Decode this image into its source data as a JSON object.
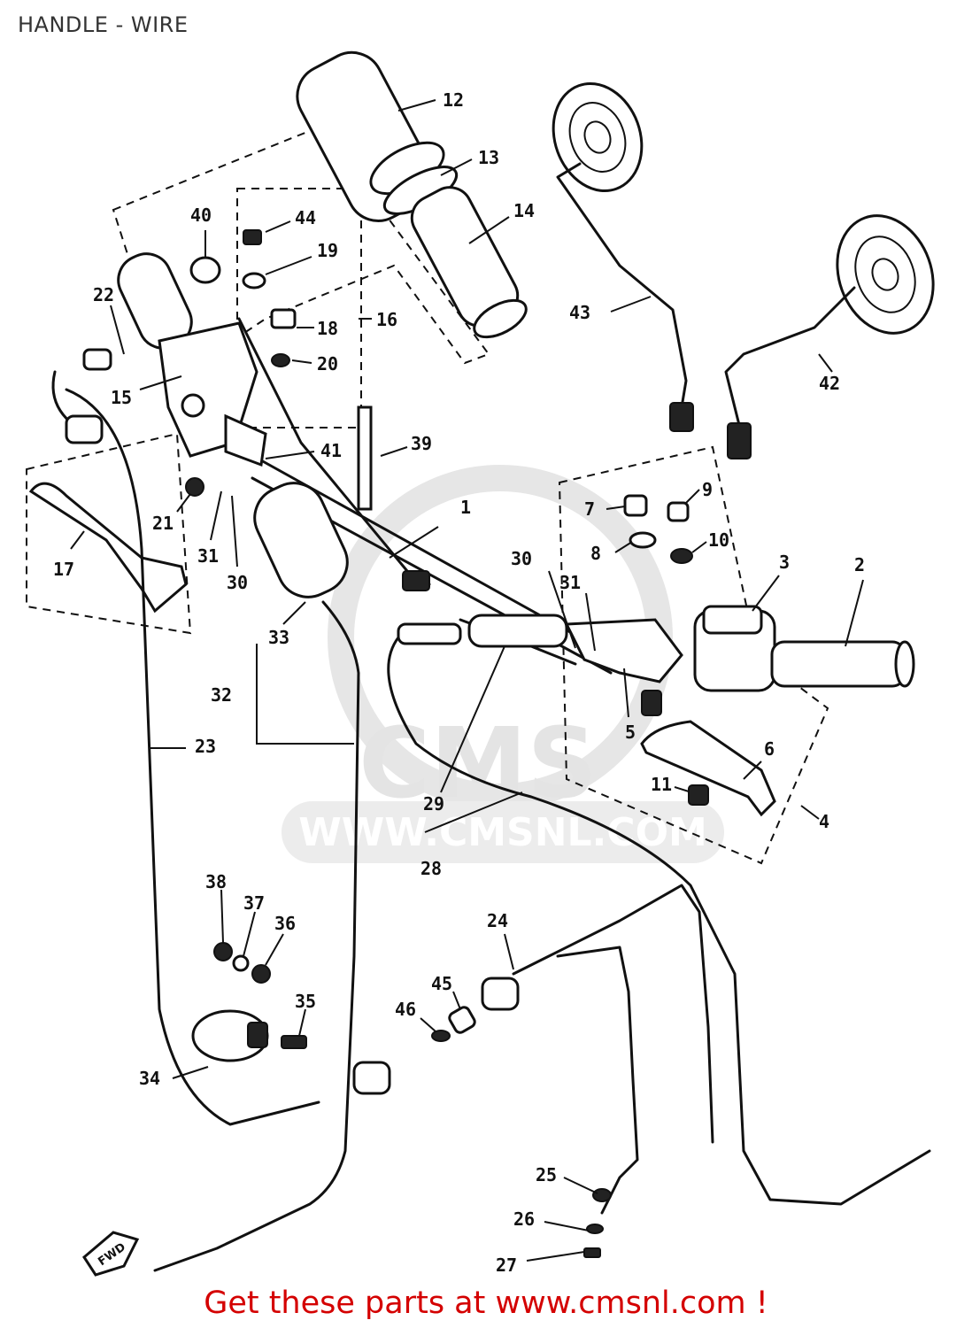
{
  "header": {
    "title": "HANDLE - WIRE"
  },
  "watermark": {
    "text": "WWW.CMSNL.COM",
    "logo": "CMS"
  },
  "footer": {
    "cta": "Get these parts at www.cmsnl.com !"
  },
  "callouts": [
    "1",
    "2",
    "3",
    "4",
    "5",
    "6",
    "7",
    "8",
    "9",
    "10",
    "11",
    "12",
    "13",
    "14",
    "15",
    "16",
    "17",
    "18",
    "19",
    "20",
    "21",
    "22",
    "23",
    "24",
    "25",
    "26",
    "27",
    "28",
    "29",
    "30",
    "30",
    "31",
    "31",
    "32",
    "33",
    "34",
    "35",
    "36",
    "37",
    "38",
    "39",
    "40",
    "41",
    "42",
    "43",
    "44",
    "45",
    "46"
  ],
  "direction_tag": "FWD",
  "colors": {
    "line": "#111111",
    "cta": "#d40000",
    "watermark": "#e4e4e4"
  }
}
